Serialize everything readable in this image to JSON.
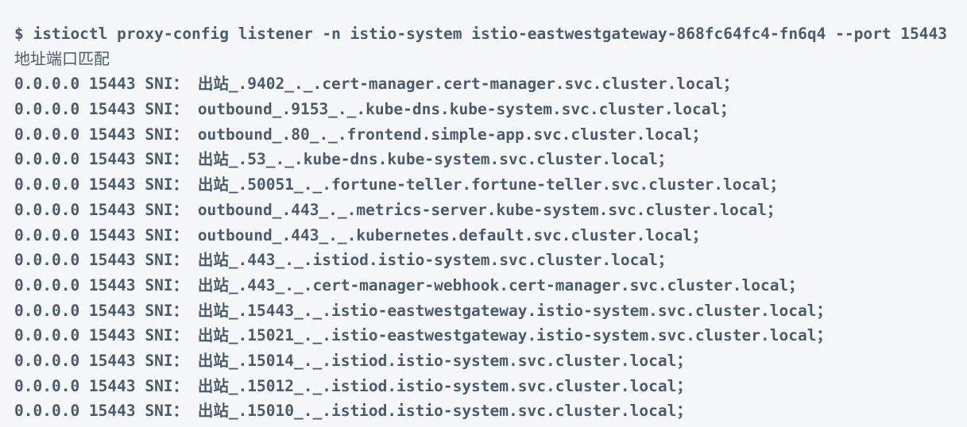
{
  "terminal": {
    "command": "$ istioctl proxy-config listener -n istio-system istio-eastwestgateway-868fc64fc4-fn6q4 --port 15443",
    "columns_header": "地址端口匹配",
    "lines": [
      "0.0.0.0 15443 SNI： 出站_.9402_._.cert-manager.cert-manager.svc.cluster.local；",
      "0.0.0.0 15443 SNI： outbound_.9153_._.kube-dns.kube-system.svc.cluster.local；",
      "0.0.0.0 15443 SNI： outbound_.80_._.frontend.simple-app.svc.cluster.local；",
      "0.0.0.0 15443 SNI： 出站_.53_._.kube-dns.kube-system.svc.cluster.local；",
      "0.0.0.0 15443 SNI： 出站_.50051_._.fortune-teller.fortune-teller.svc.cluster.local；",
      "0.0.0.0 15443 SNI： outbound_.443_._.metrics-server.kube-system.svc.cluster.local；",
      "0.0.0.0 15443 SNI： outbound_.443_._.kubernetes.default.svc.cluster.local；",
      "0.0.0.0 15443 SNI： 出站_.443_._.istiod.istio-system.svc.cluster.local；",
      "0.0.0.0 15443 SNI： 出站_.443_._.cert-manager-webhook.cert-manager.svc.cluster.local；",
      "0.0.0.0 15443 SNI： 出站_.15443_._.istio-eastwestgateway.istio-system.svc.cluster.local；",
      "0.0.0.0 15443 SNI： 出站_.15021_._.istio-eastwestgateway.istio-system.svc.cluster.local；",
      "0.0.0.0 15443 SNI： 出站_.15014_._.istiod.istio-system.svc.cluster.local；",
      "0.0.0.0 15443 SNI： 出站_.15012_._.istiod.istio-system.svc.cluster.local；",
      "0.0.0.0 15443 SNI： 出站_.15010_._.istiod.istio-system.svc.cluster.local；"
    ],
    "colors": {
      "background": "#f5f7f9",
      "text": "#4a5b6d"
    }
  }
}
